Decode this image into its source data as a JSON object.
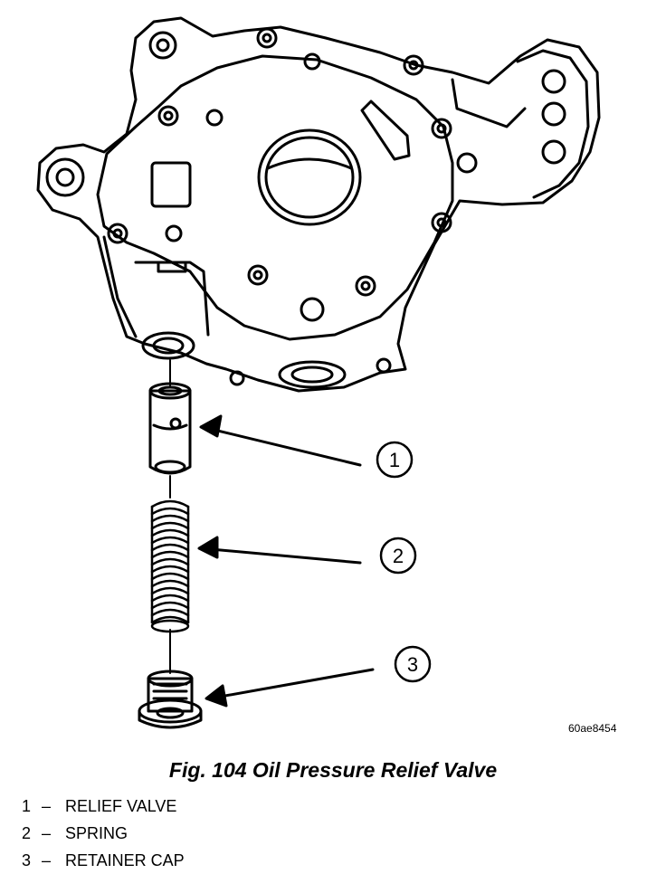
{
  "figure": {
    "code": "60ae8454",
    "caption": "Fig. 104 Oil Pressure Relief Valve"
  },
  "callouts": [
    {
      "number": "1",
      "label": "RELIEF VALVE"
    },
    {
      "number": "2",
      "label": "SPRING"
    },
    {
      "number": "3",
      "label": "RETAINER CAP"
    }
  ],
  "legend_separator": "–"
}
